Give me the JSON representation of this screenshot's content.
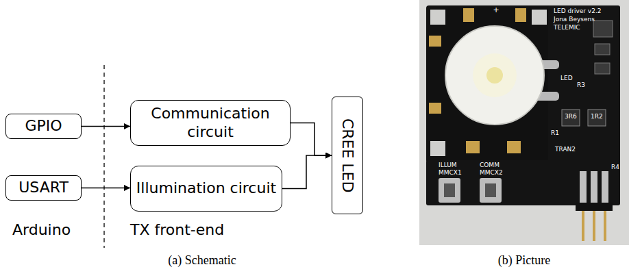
{
  "diagram": {
    "nodes": [
      {
        "text": [
          "GPIO"
        ]
      },
      {
        "text": [
          "USART"
        ]
      },
      {
        "text": [
          "Communication circuit"
        ]
      },
      {
        "text": [
          "Illumination circuit"
        ]
      },
      {
        "text": [
          "CREE LED"
        ]
      }
    ],
    "edges": [
      {
        "from": 0,
        "to": 2,
        "arrow": "to"
      },
      {
        "from": 1,
        "to": 3,
        "arrow": "to"
      },
      {
        "from": 2,
        "to": 4,
        "arrow": "to"
      },
      {
        "from": 3,
        "to": 4,
        "arrow": "to"
      }
    ],
    "labels": [
      "Arduino",
      "TX front-end",
      "(a) Schematic",
      "(b) Picture",
      "+",
      "LED driver v2.2",
      "Jona Beysens",
      "TELEMIC",
      "LED",
      "R1",
      "R3",
      "3R6",
      "1R2",
      "TRAN2",
      "ILLUM",
      "MMCX1",
      "COMM",
      "MMCX2",
      "R4"
    ]
  }
}
